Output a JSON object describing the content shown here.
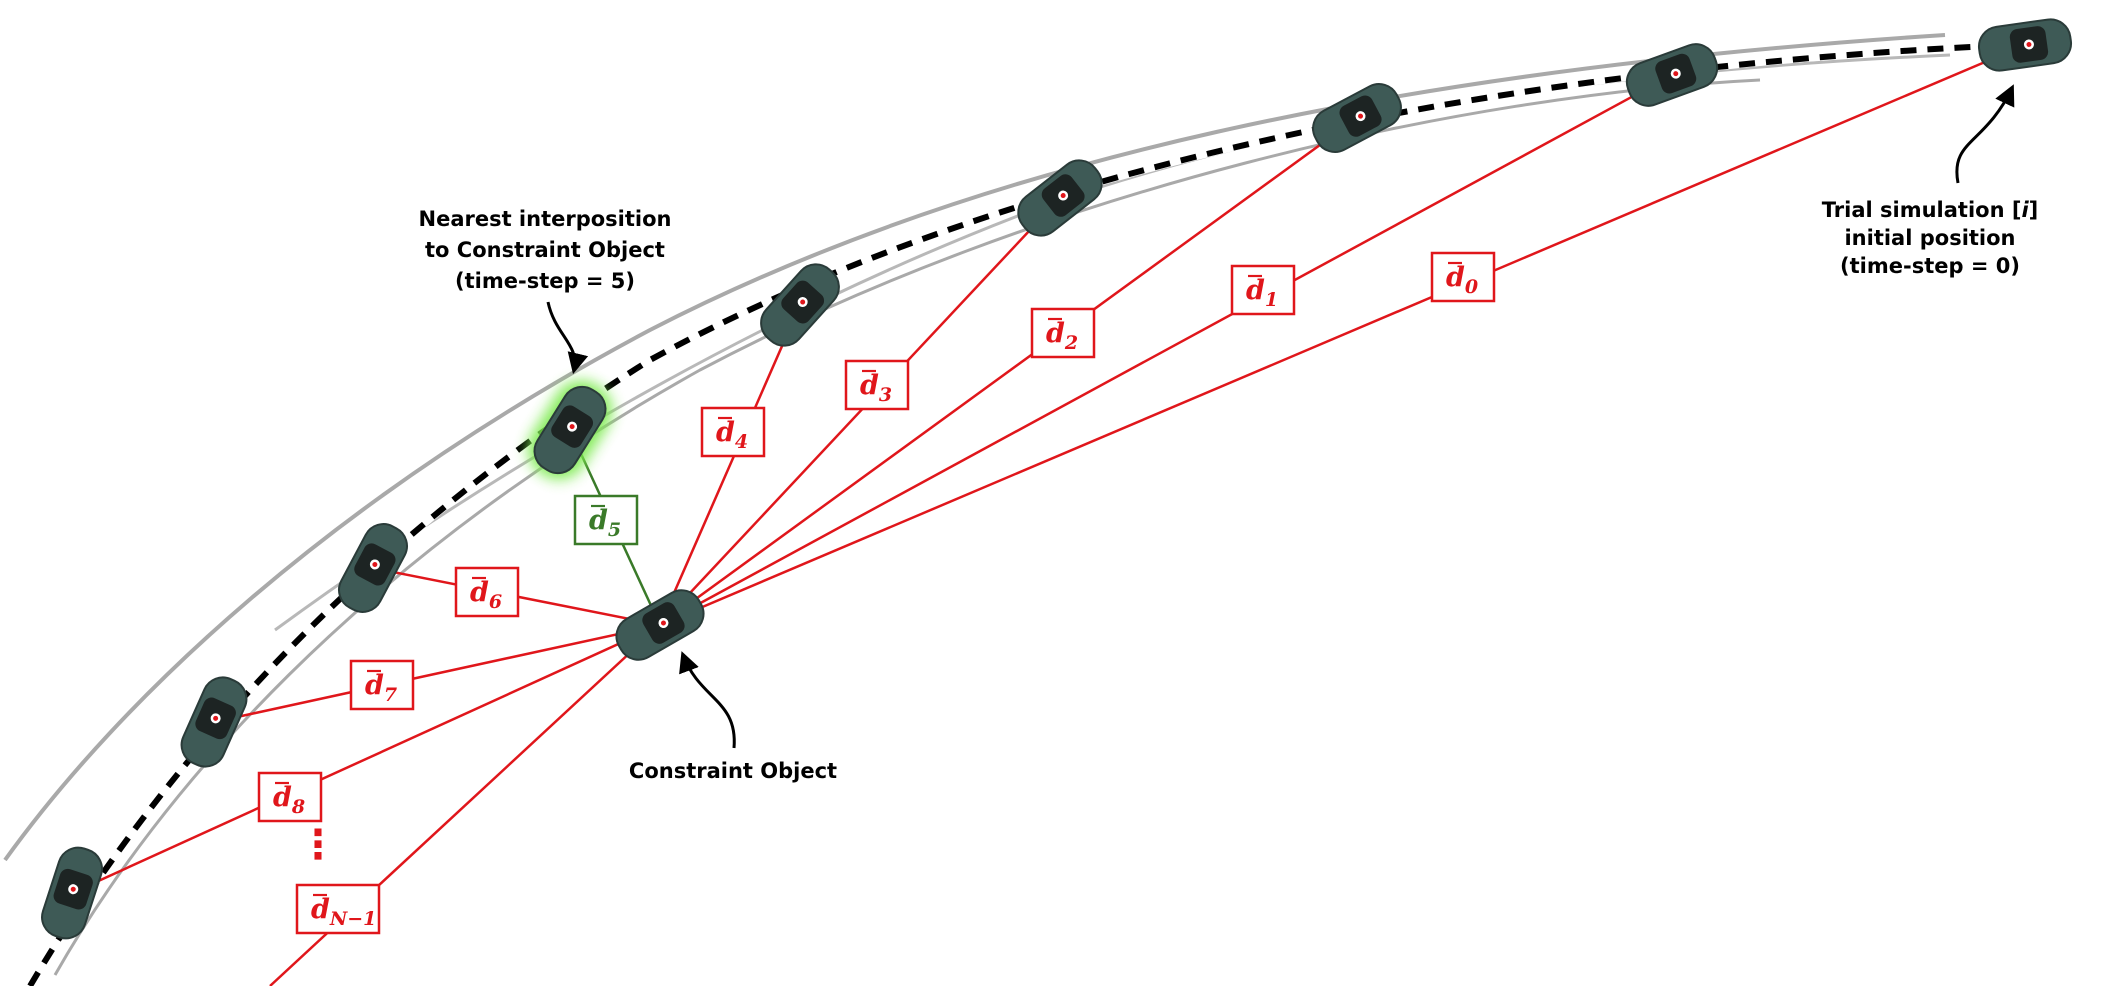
{
  "colors": {
    "distance_line": "#e0161b",
    "nearest_line": "#3a7a29",
    "car_body": "#3e5a56",
    "car_glass": "#1d2423",
    "highlight": "#7dea4f",
    "road": "#a9a9a9",
    "path_dash": "#000000"
  },
  "annotations": {
    "nearest": {
      "line1": "Nearest interposition",
      "line2": "to Constraint Object",
      "line3": "(time-step = 5)"
    },
    "initial": {
      "line1_pre": "Trial simulation [",
      "line1_var": "i",
      "line1_post": "]",
      "line2": "initial position",
      "line3": "(time-step = 0)"
    },
    "constraint": "Constraint Object"
  },
  "distance_labels": [
    {
      "base": "d",
      "sub": "0"
    },
    {
      "base": "d",
      "sub": "1"
    },
    {
      "base": "d",
      "sub": "2"
    },
    {
      "base": "d",
      "sub": "3"
    },
    {
      "base": "d",
      "sub": "4"
    },
    {
      "base": "d",
      "sub": "5"
    },
    {
      "base": "d",
      "sub": "6"
    },
    {
      "base": "d",
      "sub": "7"
    },
    {
      "base": "d",
      "sub": "8"
    },
    {
      "base": "d",
      "sub": "N−1"
    }
  ],
  "ellipsis": "⋮",
  "nearest_index": 5
}
